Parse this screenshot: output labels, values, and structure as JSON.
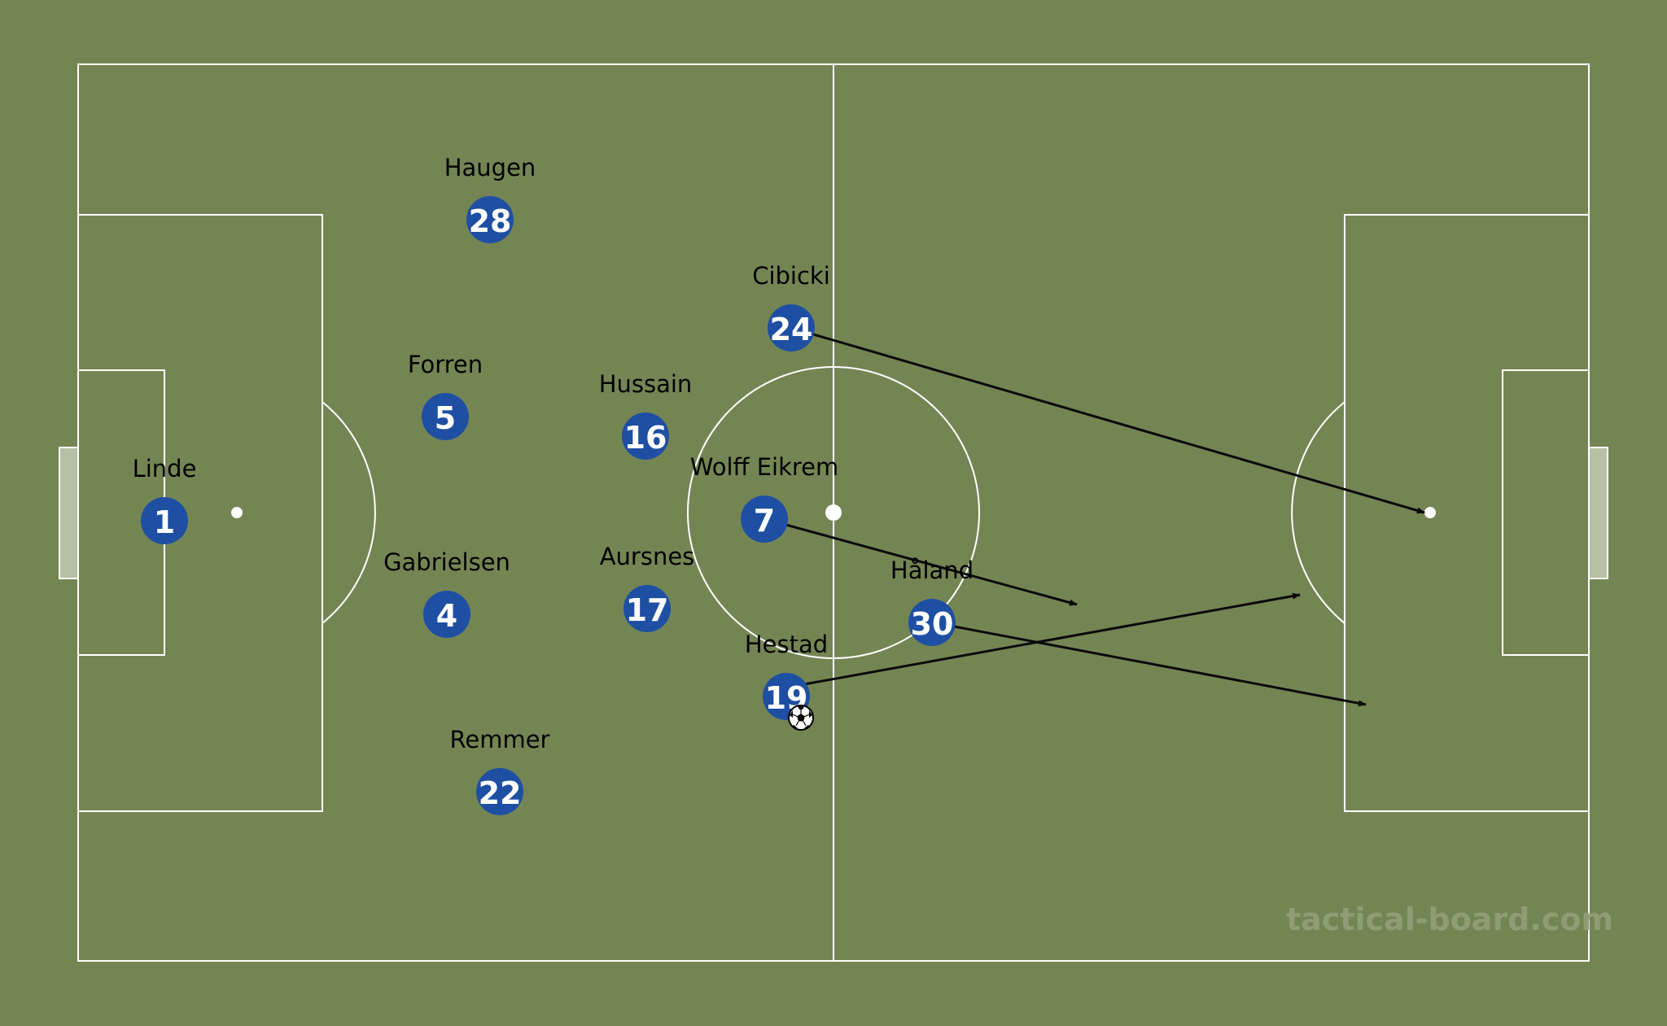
{
  "board": {
    "pitch_color": "#748554",
    "line_color": "#ffffff",
    "goal_color": "#b6c0a4",
    "player_color": "#1e4fa3",
    "arrow_color": "#0a0a0a"
  },
  "watermark": "tactical-board.com",
  "players": [
    {
      "name": "Haugen",
      "number": "28"
    },
    {
      "name": "Cibicki",
      "number": "24"
    },
    {
      "name": "Forren",
      "number": "5"
    },
    {
      "name": "Hussain",
      "number": "16"
    },
    {
      "name": "Linde",
      "number": "1"
    },
    {
      "name": "Wolff Eikrem",
      "number": "7"
    },
    {
      "name": "Gabrielsen",
      "number": "4"
    },
    {
      "name": "Aursnes",
      "number": "17"
    },
    {
      "name": "Håland",
      "number": "30"
    },
    {
      "name": "Hestad",
      "number": "19"
    },
    {
      "name": "Remmer",
      "number": "22"
    }
  ],
  "ball": {
    "holder": "Hestad",
    "icon": "soccer-ball-icon"
  }
}
